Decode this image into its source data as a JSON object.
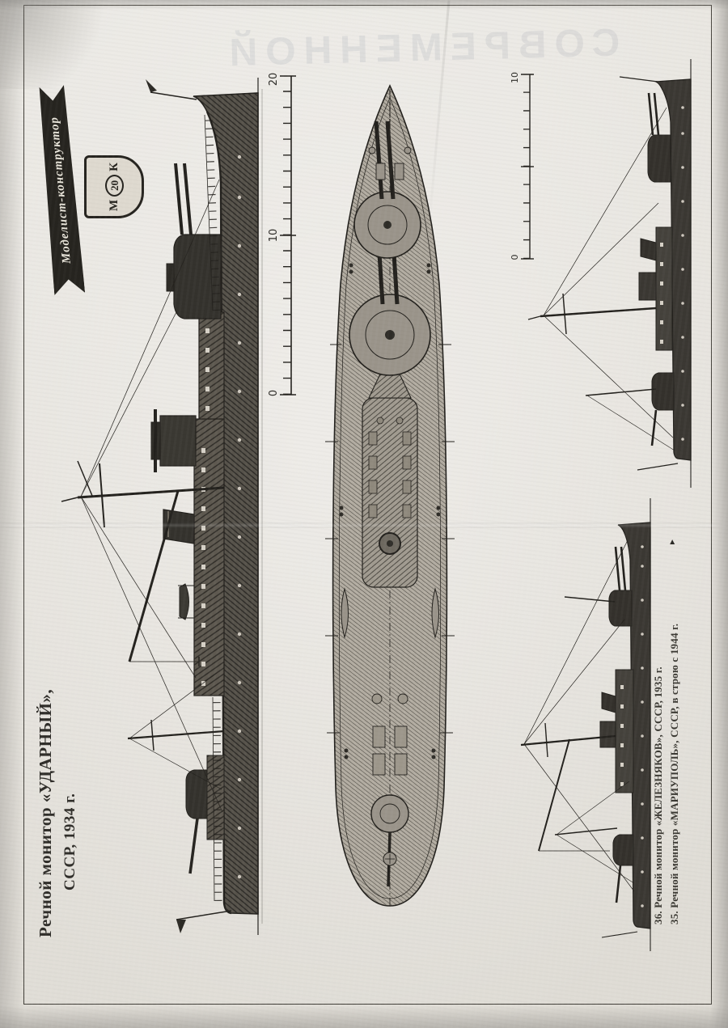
{
  "page": {
    "bleed_text": "СОВРЕМЕННОЙ"
  },
  "logo": {
    "banner_text": "Моделист-конструктор",
    "shield_m": "М",
    "shield_num": "20",
    "shield_k": "К"
  },
  "main_caption": {
    "line1": "Речной монитор «УДАРНЫЙ»,",
    "line2": "СССР, 1934 г."
  },
  "captions": {
    "item36": "36. Речной монитор «ЖЕЛЕЗНЯКОВ», СССР, 1935 г.",
    "item35": "35. Речной монитор «МАРИУПОЛЬ», СССР, в строю с 1944 г."
  },
  "scales": {
    "main": {
      "l0": "0",
      "l10": "10",
      "l20": "20"
    },
    "small": {
      "l0": "0",
      "l10": "10"
    }
  },
  "icons": {
    "caption_arrow": "►"
  },
  "colors": {
    "ink": "#2b2a26",
    "paper": "#e8e5df"
  }
}
